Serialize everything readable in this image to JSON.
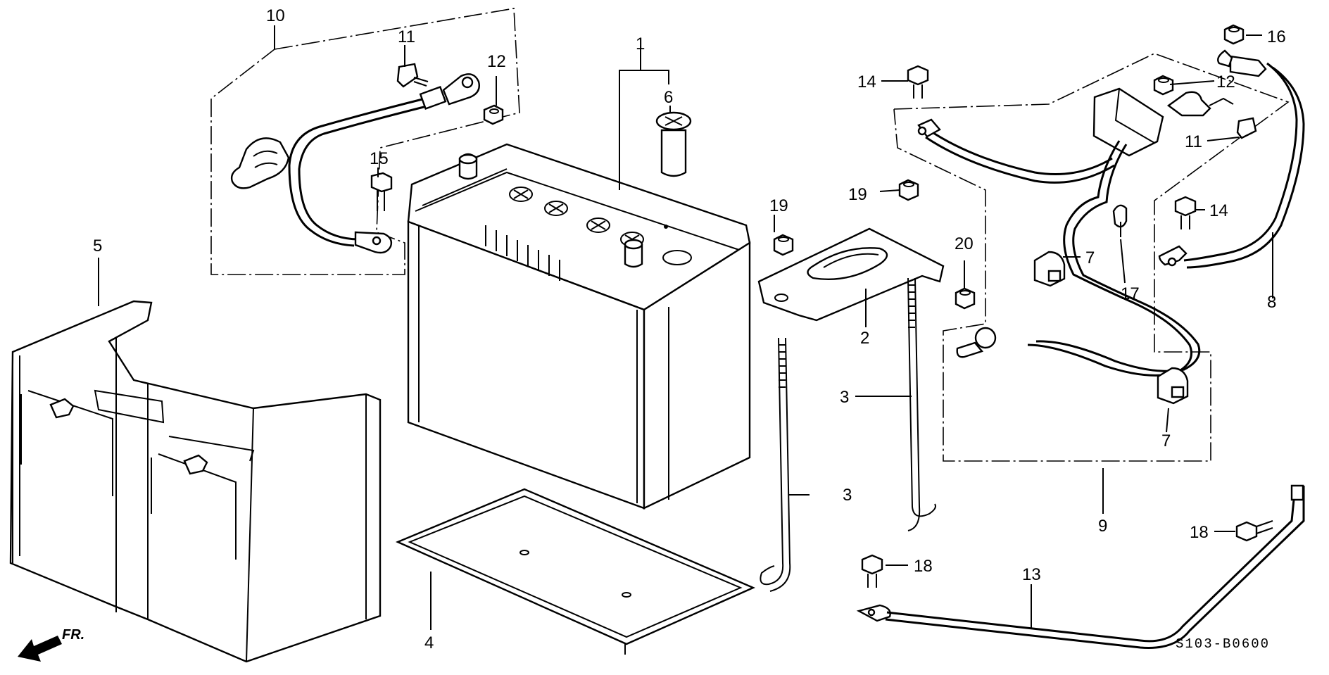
{
  "diagram": {
    "labels": {
      "p1": "1",
      "p2": "2",
      "p3a": "3",
      "p3b": "3",
      "p4": "4",
      "p5": "5",
      "p6": "6",
      "p7a": "7",
      "p7b": "7",
      "p8": "8",
      "p9": "9",
      "p10": "10",
      "p11a": "11",
      "p11b": "11",
      "p12a": "12",
      "p12b": "12",
      "p13": "13",
      "p14a": "14",
      "p14b": "14",
      "p15": "15",
      "p16": "16",
      "p17": "17",
      "p18a": "18",
      "p18b": "18",
      "p19a": "19",
      "p19b": "19",
      "p20": "20"
    },
    "front_marker": "FR.",
    "diagram_code": "S103-B0600"
  }
}
